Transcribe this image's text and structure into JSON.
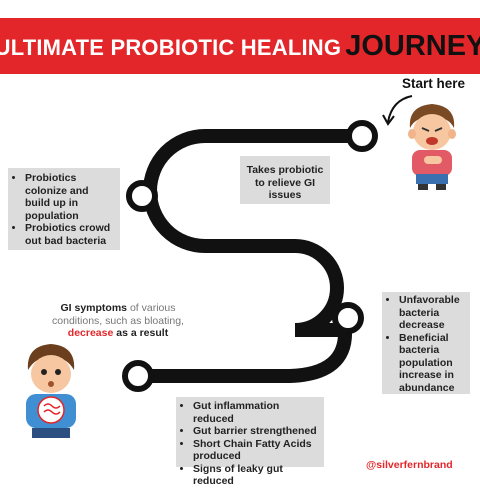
{
  "banner": {
    "title": "ULTIMATE PROBIOTIC HEALING",
    "accent": "JOURNEY",
    "color": "#e3262a"
  },
  "start_label": "Start here",
  "step1": "Takes probiotic to relieve GI issues",
  "step2": [
    "Probiotics colonize and build up in population",
    "Probiotics crowd out bad bacteria"
  ],
  "step3": [
    "Unfavorable bacteria decrease",
    "Beneficial bacteria population increase in abundance"
  ],
  "step4": [
    "Gut inflammation reduced",
    "Gut barrier strengthened",
    "Short Chain Fatty Acids produced",
    "Signs of leaky gut reduced"
  ],
  "gi_note": {
    "part1": "GI symptoms",
    "part2": " of various conditions, such as bloating, ",
    "part3": "decrease",
    "part4": " as a result"
  },
  "handle": "@silverfernbrand",
  "icons": {
    "arrow": "curved-arrow-icon",
    "sick_boy": "sick-boy-illustration",
    "happy_boy": "boy-with-gut-illustration"
  }
}
